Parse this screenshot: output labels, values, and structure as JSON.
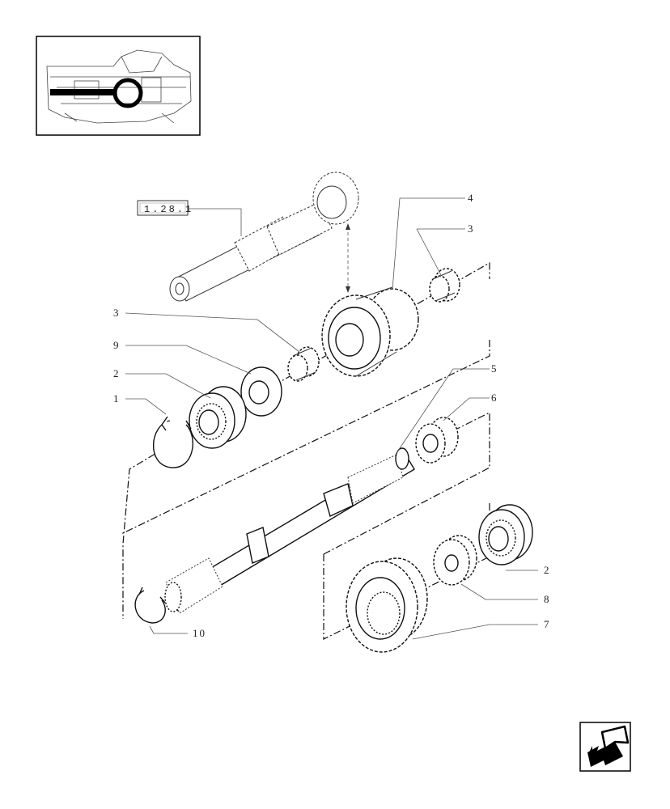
{
  "thumbnail": {
    "icon": "tractor-transmission-locator-thumbnail"
  },
  "reference_box": {
    "label": "1.28.1"
  },
  "callouts": {
    "c1": "1",
    "c2a": "2",
    "c2b": "2",
    "c3a": "3",
    "c3b": "3",
    "c4": "4",
    "c5": "5",
    "c6": "6",
    "c7": "7",
    "c8": "8",
    "c9": "9",
    "c10": "10"
  },
  "nav": {
    "icon": "back-arrow-icon"
  }
}
